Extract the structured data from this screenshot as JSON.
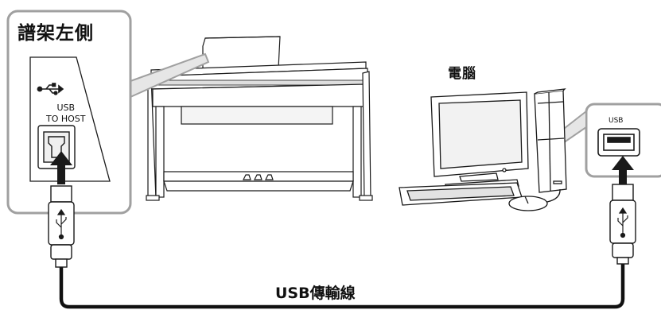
{
  "labels": {
    "music_rest_left": "譜架左側",
    "computer": "電腦",
    "usb_cable": "USB傳輸線",
    "usb_port_line1": "USB",
    "usb_port_line2": "TO HOST",
    "computer_usb_port": "USB"
  },
  "icons": [
    "usb-trident-icon",
    "usb-type-b-port-icon",
    "usb-type-a-port-icon",
    "usb-plug-icon"
  ],
  "colors": {
    "callout_border": "#a0a0a0",
    "line_art": "#1a1a1a",
    "cable": "#111111"
  }
}
